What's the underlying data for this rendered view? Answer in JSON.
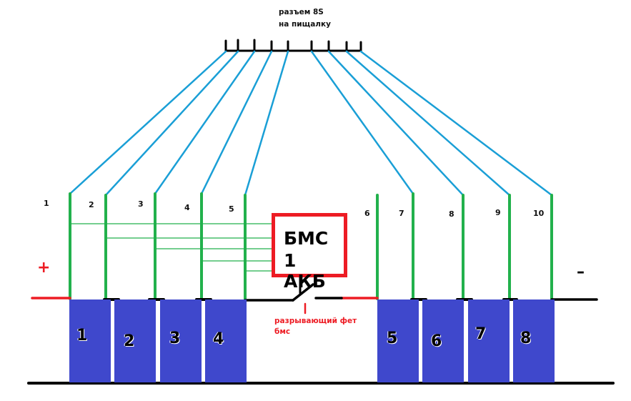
{
  "connector": {
    "title_line1": "разъем 8S",
    "title_line2": "на пищалку"
  },
  "bms": {
    "line1": "БМС",
    "line2": "1 АКБ"
  },
  "fet_label": {
    "line1": "разрывающий фет",
    "line2": "бмс"
  },
  "polarity": {
    "plus": "+",
    "minus": "–"
  },
  "wire_labels": [
    "1",
    "2",
    "3",
    "4",
    "5",
    "6",
    "7",
    "8",
    "9",
    "10"
  ],
  "cells": [
    "1",
    "2",
    "3",
    "4",
    "5",
    "6",
    "7",
    "8"
  ],
  "colors": {
    "cell": "#3f48cc",
    "balance_wire": "#22b14c",
    "connector_wire": "#1a9fd6",
    "bms_border": "#ed1c24",
    "positive": "#ed1c24",
    "bus": "#000000"
  }
}
